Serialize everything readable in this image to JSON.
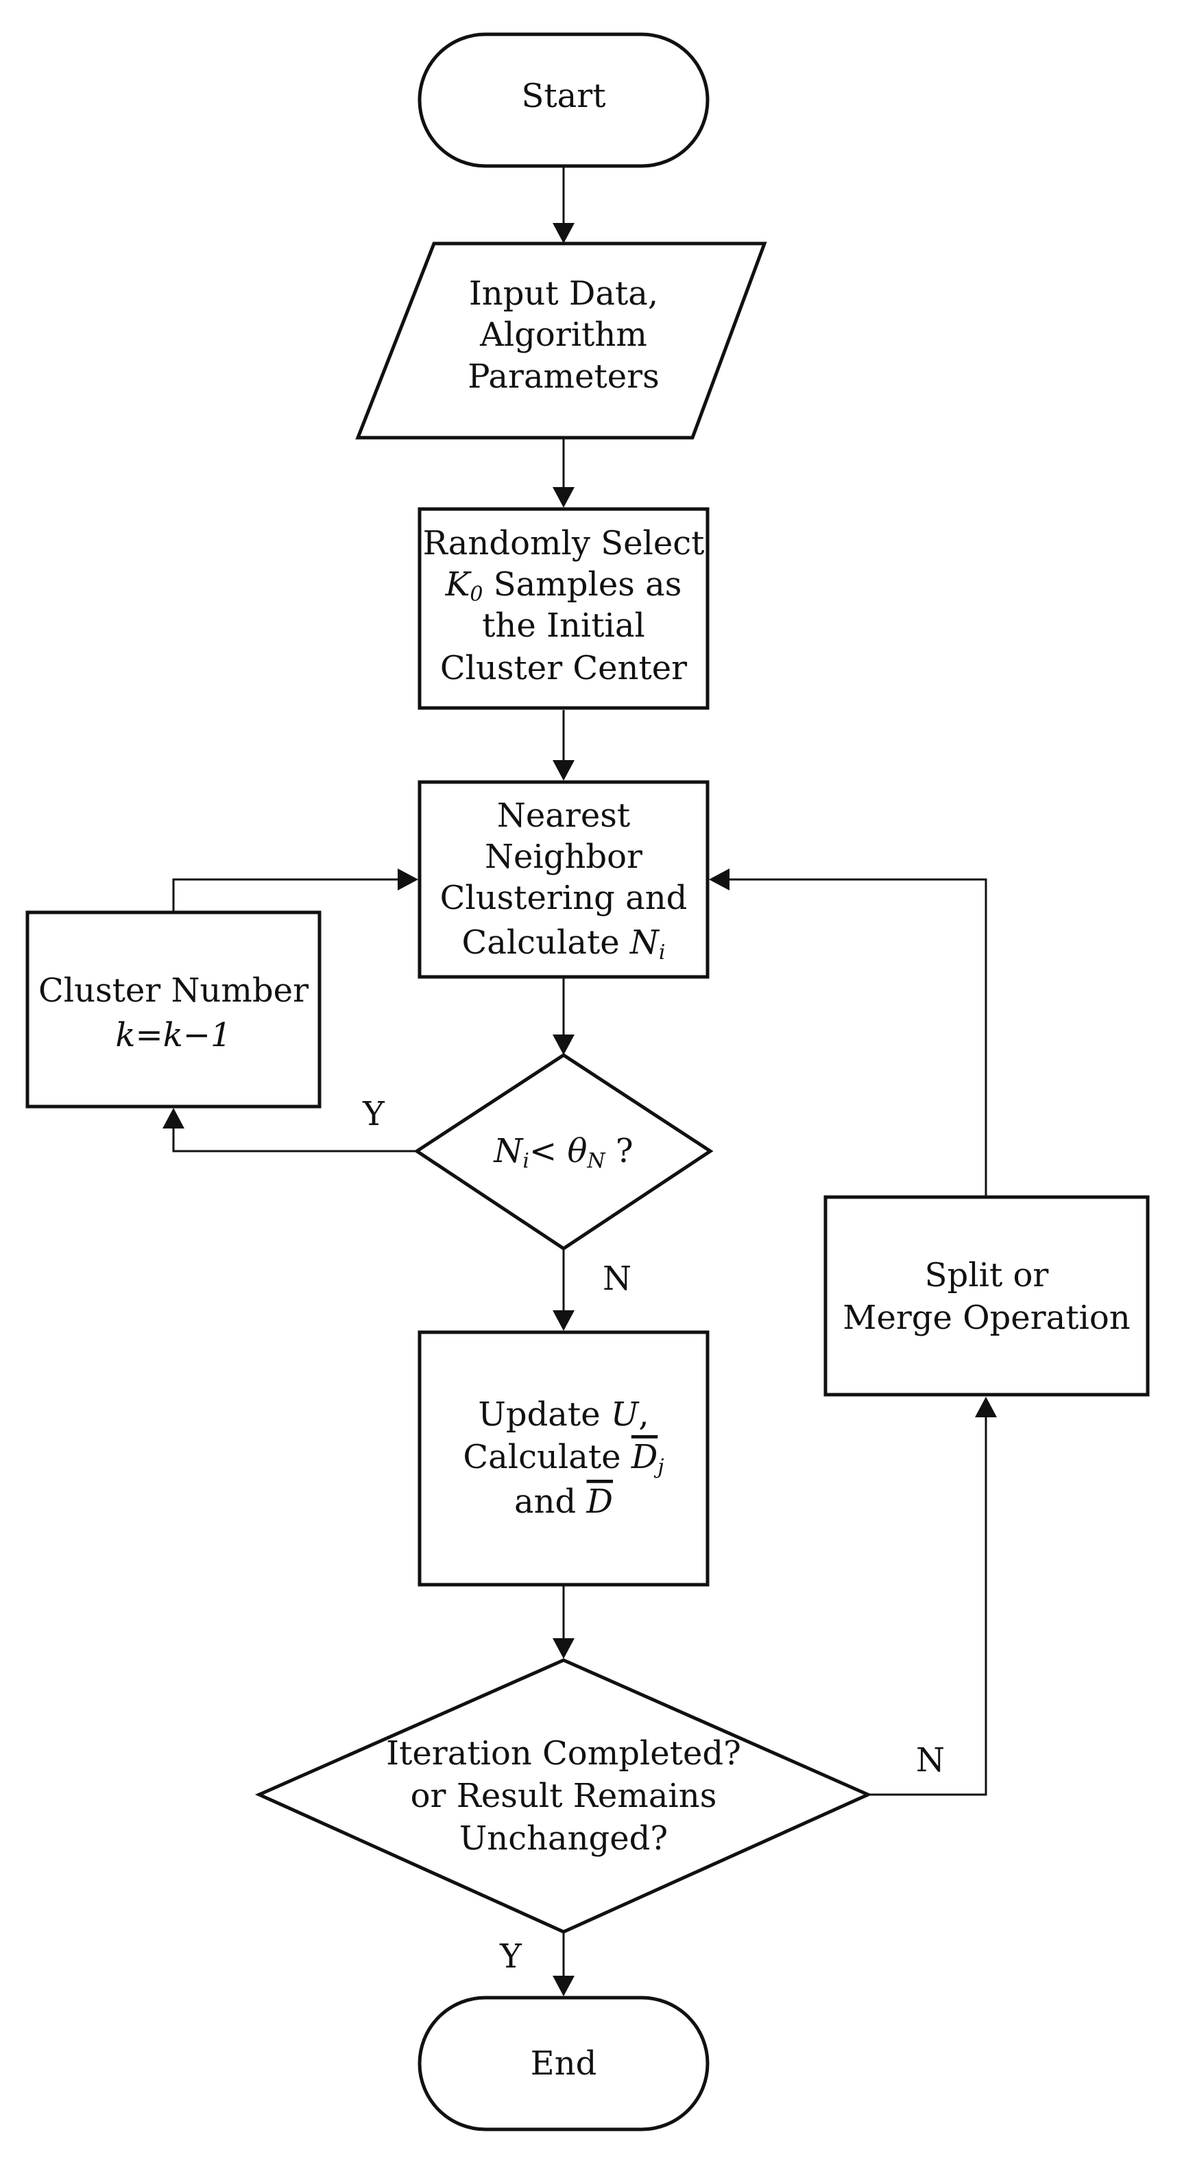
{
  "nodes": {
    "start": {
      "label": "Start"
    },
    "input": {
      "line1": "Input Data,",
      "line2": "Algorithm",
      "line3": "Parameters"
    },
    "select": {
      "line1": "Randomly Select",
      "line2_sym": "K",
      "line2_sub": "0",
      "line2_rest": " Samples as",
      "line3": "the Initial",
      "line4": "Cluster Center"
    },
    "nn": {
      "line1": "Nearest",
      "line2": "Neighbor",
      "line3": "Clustering and",
      "line4_text": "Calculate ",
      "line4_sym": "N",
      "line4_sub": "i"
    },
    "cluster_number": {
      "line1": "Cluster Number",
      "line2": "k=k−1"
    },
    "decision1": {
      "sym1": "N",
      "sub1": "i",
      "op": "< ",
      "sym2": "θ",
      "sub2": "N",
      "q": " ?"
    },
    "update": {
      "line1_text": "Update ",
      "line1_sym": "U",
      "line1_comma": ",",
      "line2_text": "Calculate ",
      "line2_sym": "D",
      "line2_sub": "j",
      "line3_text": "and ",
      "line3_sym": "D"
    },
    "decision2": {
      "line1": "Iteration Completed?",
      "line2": "or  Result Remains",
      "line3": "Unchanged?"
    },
    "split": {
      "line1": "Split or",
      "line2": "Merge Operation"
    },
    "end": {
      "label": "End"
    }
  },
  "edges": {
    "d1_yes": "Y",
    "d1_no": "N",
    "d2_no": "N",
    "d2_yes": "Y"
  }
}
